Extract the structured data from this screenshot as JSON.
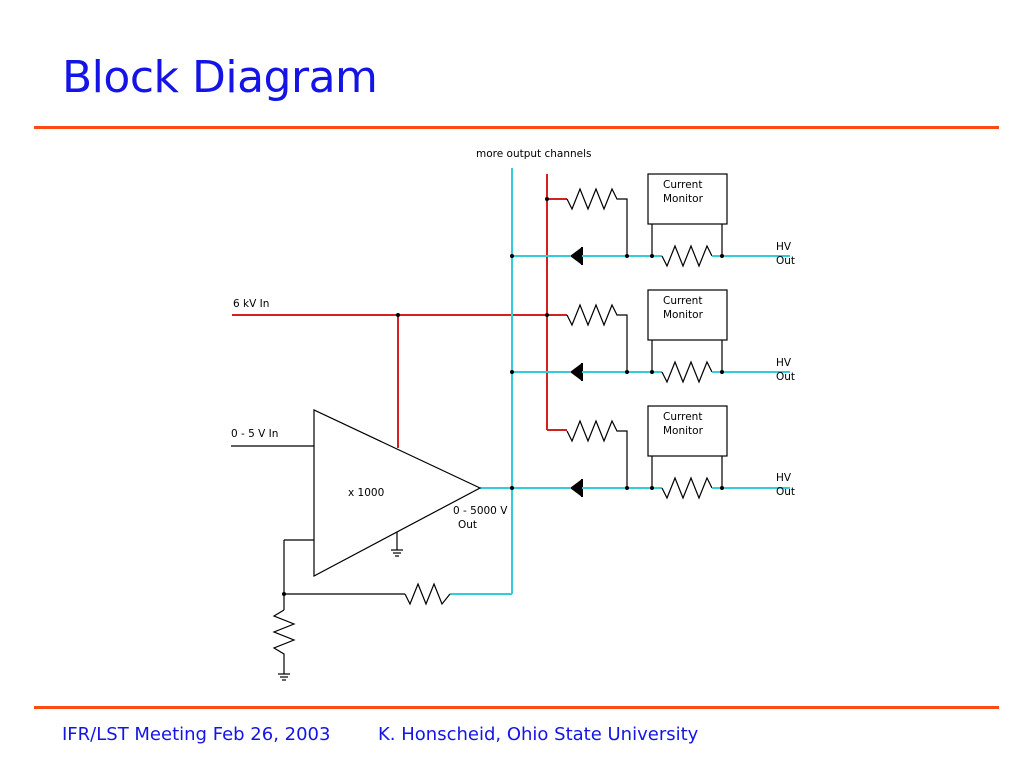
{
  "slide": {
    "title": "Block Diagram",
    "footer_left": "IFR/LST Meeting Feb 26, 2003",
    "footer_right": "K. Honscheid, Ohio State University"
  },
  "diagram": {
    "top_label": "more output channels",
    "input_hv_label": "6 kV In",
    "input_ctrl_label": "0 - 5 V In",
    "amp_gain_label": "x 1000",
    "amp_out_label_1": "0 - 5000 V",
    "amp_out_label_2": "Out",
    "channels": [
      {
        "monitor_line1": "Current",
        "monitor_line2": "Monitor",
        "out_line1": "HV",
        "out_line2": "Out"
      },
      {
        "monitor_line1": "Current",
        "monitor_line2": "Monitor",
        "out_line1": "HV",
        "out_line2": "Out"
      },
      {
        "monitor_line1": "Current",
        "monitor_line2": "Monitor",
        "out_line1": "HV",
        "out_line2": "Out"
      }
    ],
    "colors": {
      "title": "#1414e6",
      "rule": "#ff4a14",
      "high_voltage_wire": "#d42020",
      "output_wire": "#33ccdd",
      "component": "#000000"
    }
  }
}
